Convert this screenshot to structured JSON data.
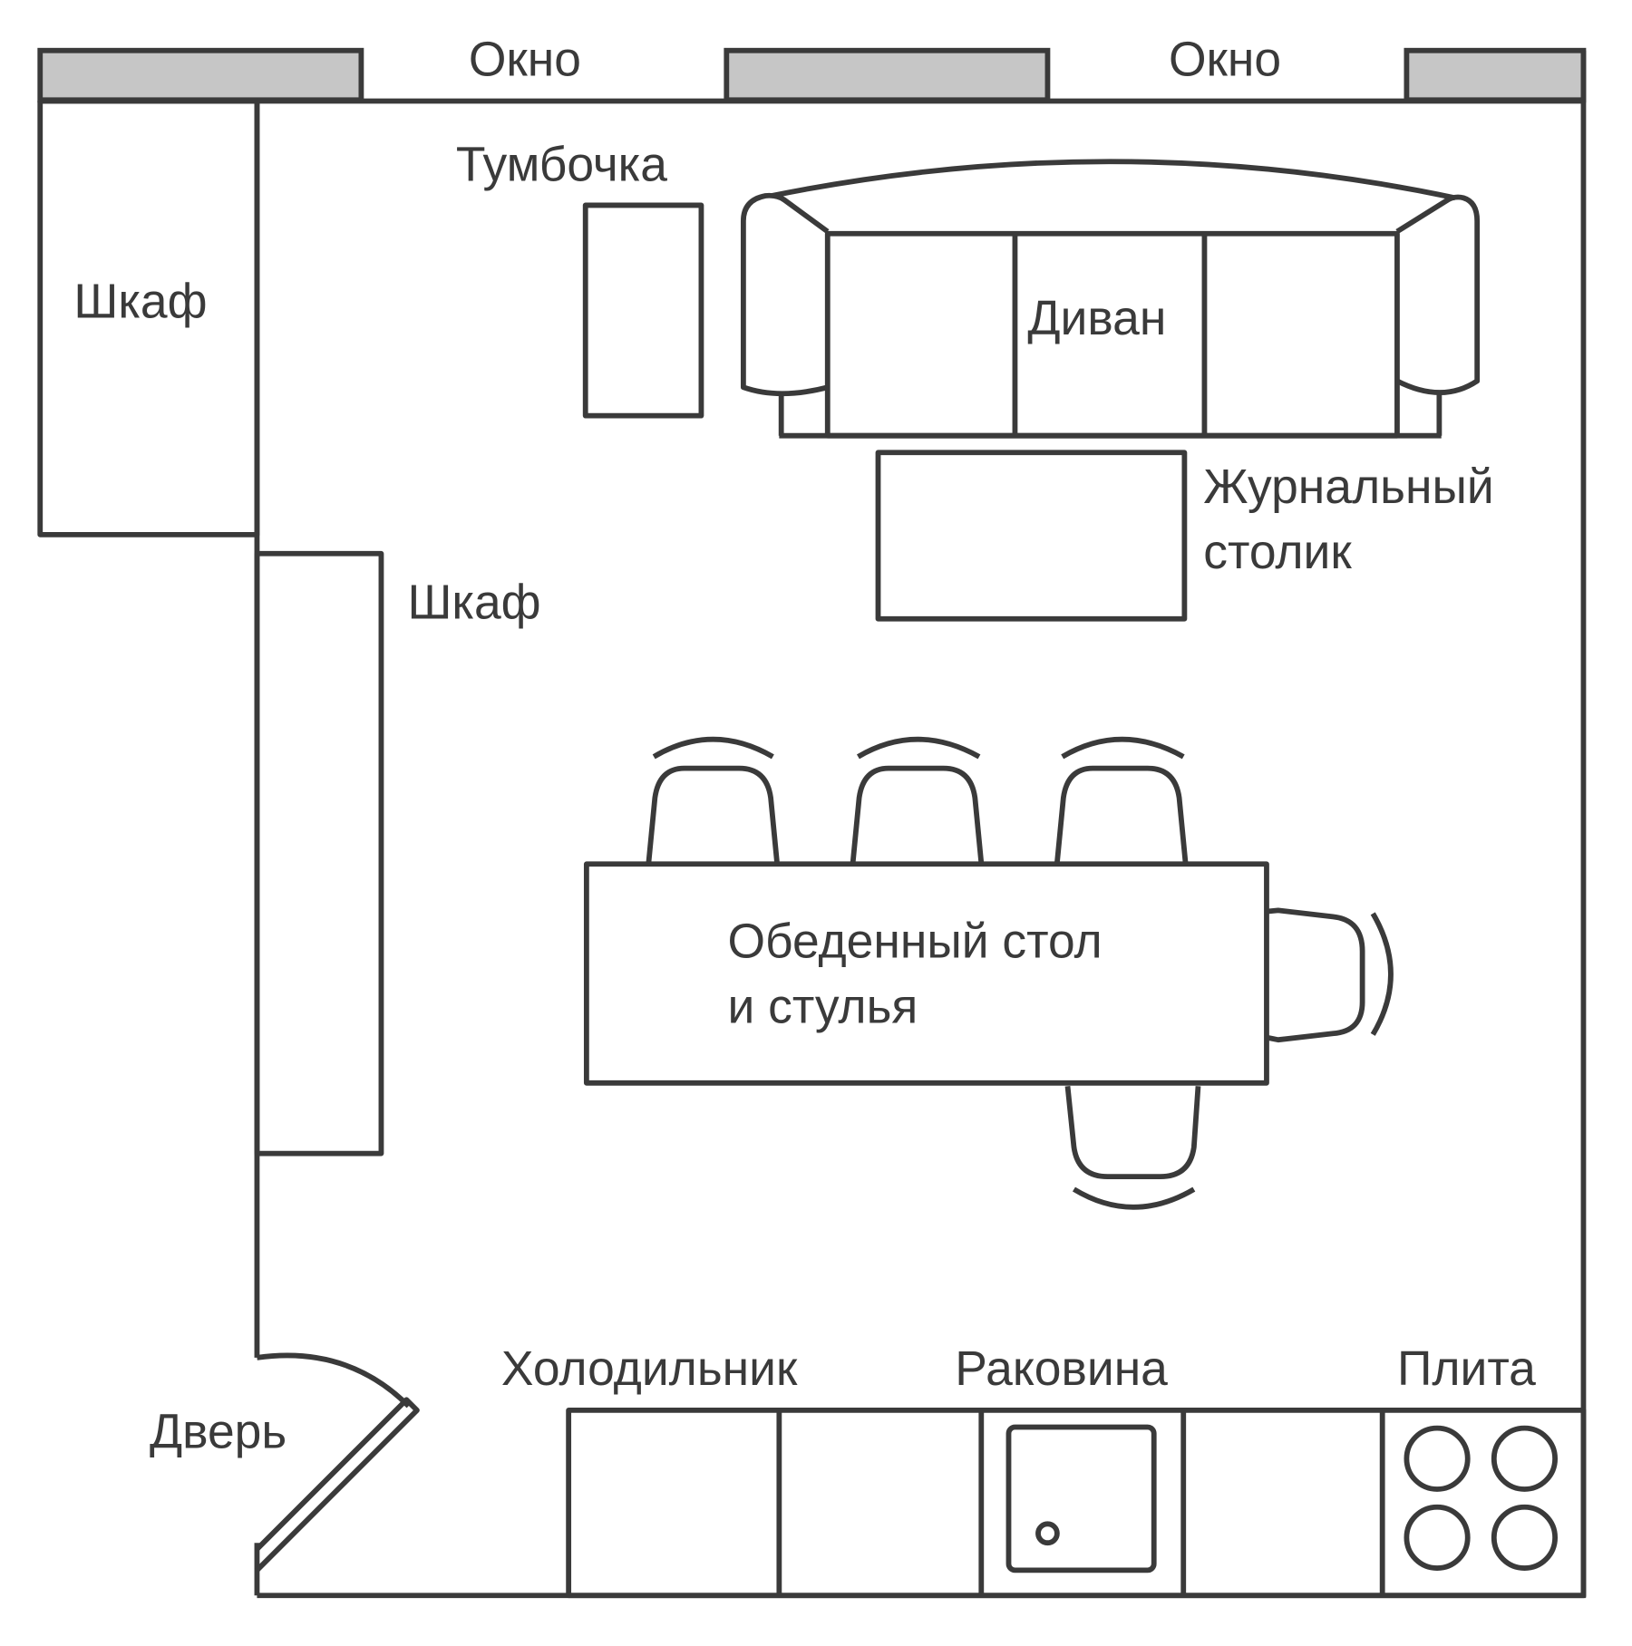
{
  "plan": {
    "title": "Floor plan: living room with kitchen",
    "colors": {
      "line": "#3a3a3a",
      "window_fill": "#c6c6c6",
      "background": "#ffffff"
    },
    "labels": {
      "window_left": "Окно",
      "window_right": "Окно",
      "wardrobe_top": "Шкаф",
      "nightstand": "Тумбочка",
      "sofa": "Диван",
      "coffee_table_line1": "Журнальный",
      "coffee_table_line2": "столик",
      "wardrobe_side": "Шкаф",
      "dining_line1": "Обеденный стол",
      "dining_line2": "и стулья",
      "fridge": "Холодильник",
      "sink": "Раковина",
      "stove": "Плита",
      "door": "Дверь"
    },
    "furniture": {
      "dining_chairs_count": 5,
      "stove_burners_count": 4,
      "sofa_sections_count": 3,
      "kitchen_modules_count": 5
    }
  }
}
